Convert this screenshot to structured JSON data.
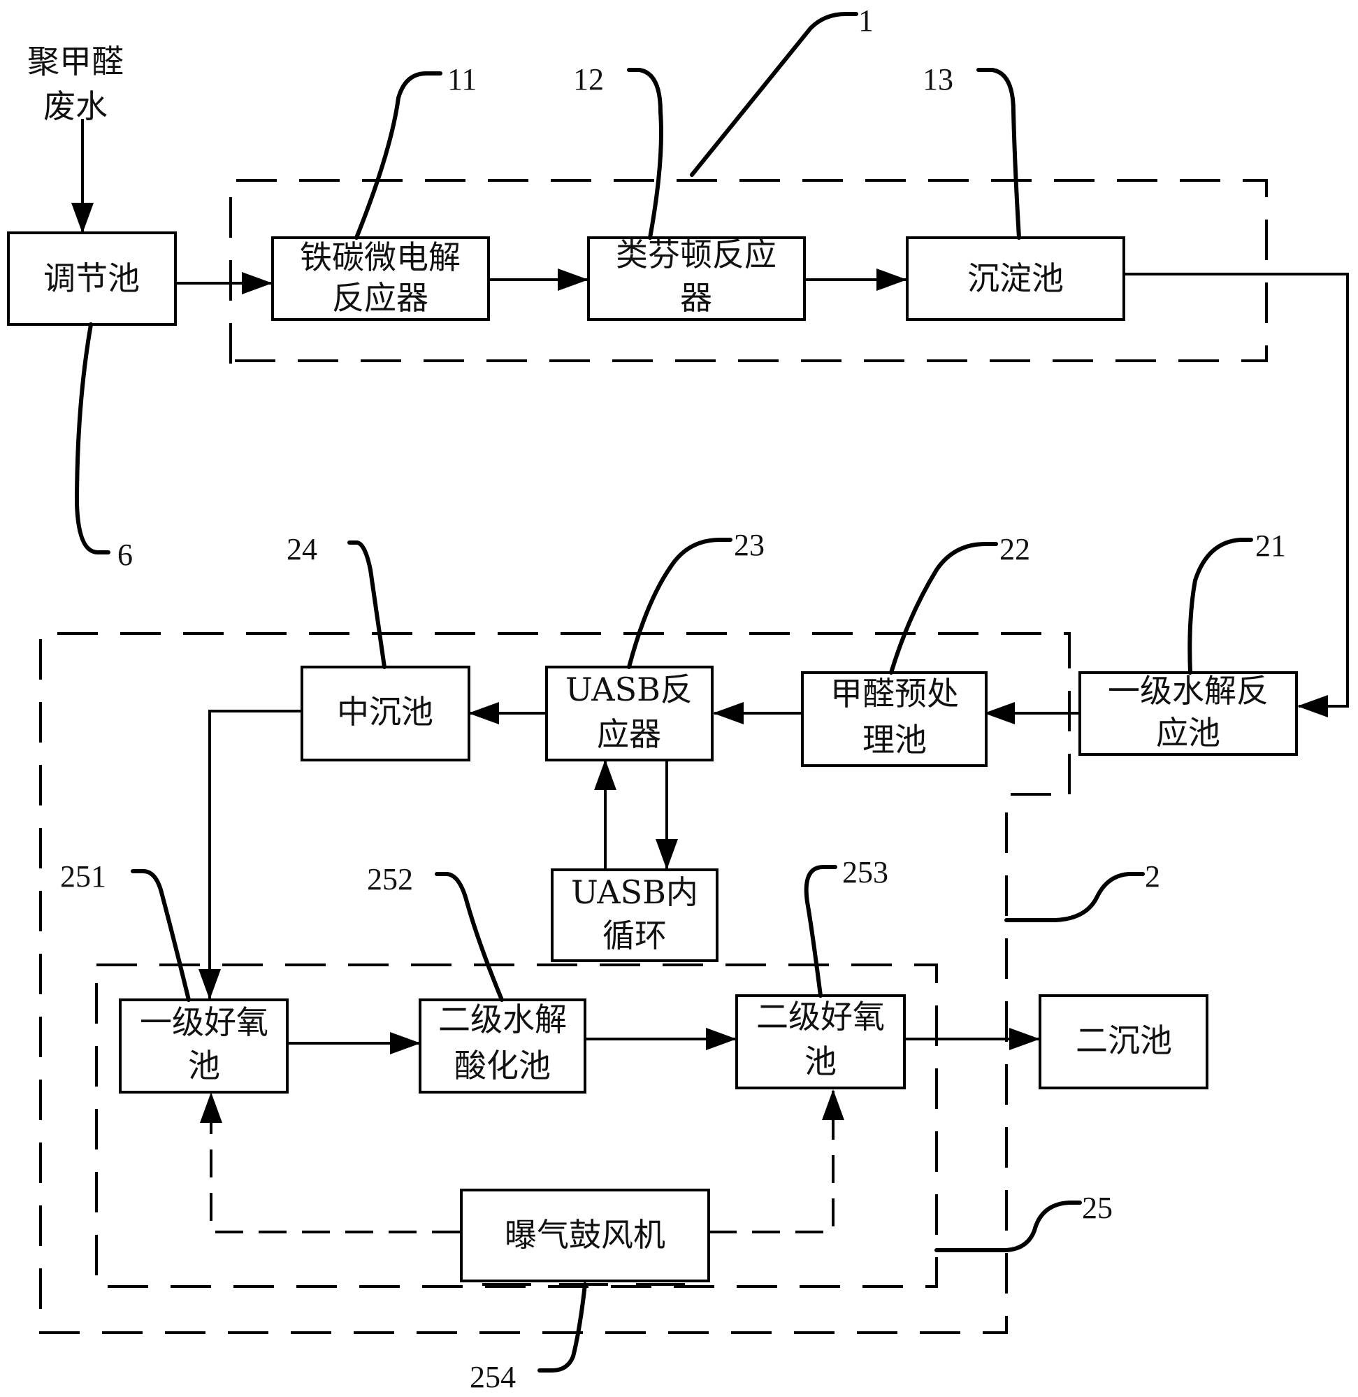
{
  "input": {
    "line1": "聚甲醛",
    "line2": "废水"
  },
  "boxes": {
    "tiaojie": {
      "l1": "调节池"
    },
    "tietan": {
      "l1": "铁碳微电解",
      "l2": "反应器"
    },
    "leifendun": {
      "l1": "类芬顿反应",
      "l2": "器"
    },
    "chendian": {
      "l1": "沉淀池"
    },
    "shuijie1": {
      "l1": "一级水解反",
      "l2": "应池"
    },
    "jiaquan": {
      "l1": "甲醛预处",
      "l2": "理池"
    },
    "uasb": {
      "l1": "UASB反",
      "l2": "应器"
    },
    "zhongchen": {
      "l1": "中沉池"
    },
    "uasb_loop": {
      "l1": "UASB内",
      "l2": "循环"
    },
    "haoyang1": {
      "l1": "一级好氧",
      "l2": "池"
    },
    "shuijie2": {
      "l1": "二级水解",
      "l2": "酸化池"
    },
    "haoyang2": {
      "l1": "二级好氧",
      "l2": "池"
    },
    "erchen": {
      "l1": "二沉池"
    },
    "blower": {
      "l1": "曝气鼓风机"
    }
  },
  "refs": {
    "r1": "1",
    "r11": "11",
    "r12": "12",
    "r13": "13",
    "r6": "6",
    "r2": "2",
    "r21": "21",
    "r22": "22",
    "r23": "23",
    "r24": "24",
    "r25": "25",
    "r251": "251",
    "r252": "252",
    "r253": "253",
    "r254": "254"
  }
}
